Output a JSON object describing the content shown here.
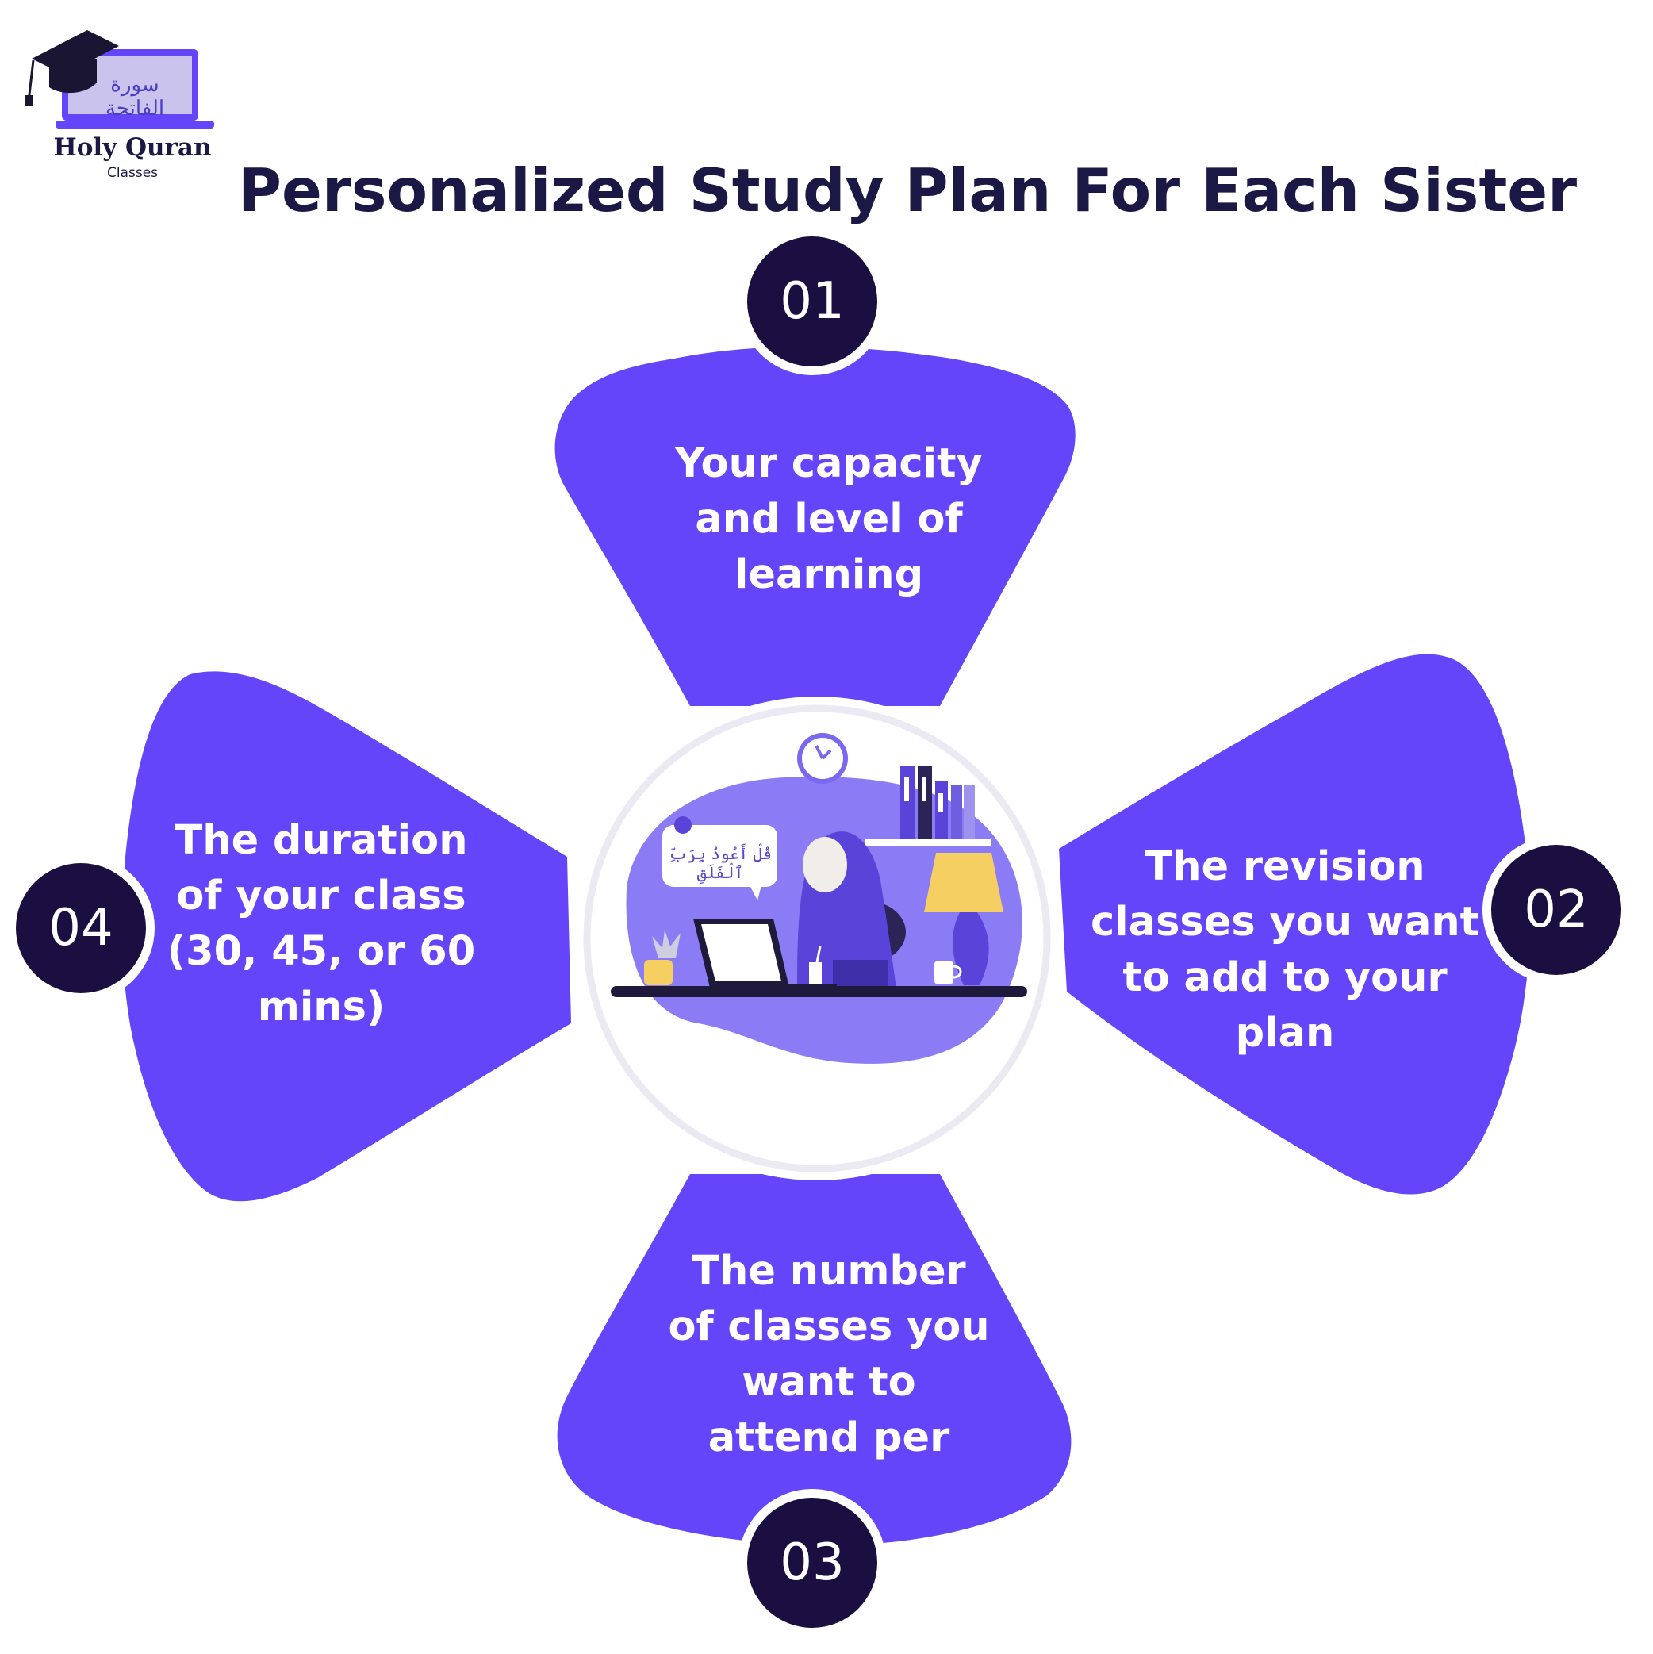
{
  "logo": {
    "arabic_text": "سورة الفاتحة",
    "name": "Holy Quran",
    "subtitle": "Classes"
  },
  "title": "Personalized Study Plan For Each Sister",
  "steps": [
    {
      "number": "01",
      "text": [
        "Your capacity",
        "and level of",
        "learning"
      ]
    },
    {
      "number": "02",
      "text": [
        "The revision",
        "classes you want",
        "to add to your",
        "plan"
      ]
    },
    {
      "number": "03",
      "text": [
        "The number",
        "of classes you",
        "want to",
        "attend per"
      ]
    },
    {
      "number": "04",
      "text": [
        "The duration",
        "of your class",
        "(30, 45, or 60",
        "mins)"
      ]
    }
  ],
  "illustration": {
    "speech_bubble_text": "قُلْ أَعُوذُ بِرَبِّ ٱلْفَلَقِ"
  },
  "colors": {
    "petal": "#6445fa",
    "badge": "#1a0f40",
    "title": "#1c1845",
    "ring": "#ebeaf3",
    "blob": "#8b7cf6",
    "lamp": "#f5cf61"
  }
}
